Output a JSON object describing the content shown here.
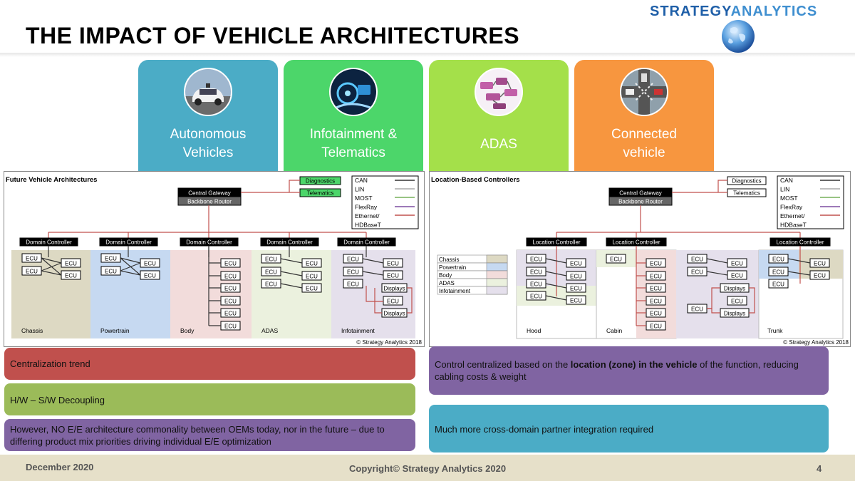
{
  "header": {
    "title": "THE IMPACT OF VEHICLE ARCHITECTURES",
    "logo_strategy": "STRATEGY",
    "logo_analytics": "ANALYTICS"
  },
  "tiles": [
    {
      "label": "Autonomous\nVehicles",
      "color": "#4bacc6",
      "icon": "car-icon"
    },
    {
      "label": "Infotainment &\nTelematics",
      "color": "#4cd66a",
      "icon": "dashboard-icon"
    },
    {
      "label": "ADAS",
      "color": "#a4e04a",
      "icon": "adas-network-icon"
    },
    {
      "label": "Connected\nvehicle",
      "color": "#f7963f",
      "icon": "intersection-icon"
    }
  ],
  "left_diagram": {
    "title": "Future Vehicle Architectures",
    "gateway": "Central Gateway",
    "router": "Backbone Router",
    "diagnostics": "Diagnostics",
    "telematics": "Telematics",
    "legend": [
      "CAN",
      "LIN",
      "MOST",
      "FlexRay",
      "Ethernet/",
      "HDBaseT"
    ],
    "legend_colors": [
      "#333333",
      "#aaaaaa",
      "#77b05a",
      "#7d4fa0",
      "#c0504d"
    ],
    "controller": "Domain Controller",
    "ecu": "ECU",
    "displays": "Displays",
    "domains": [
      "Chassis",
      "Powertrain",
      "Body",
      "ADAS",
      "Infotainment"
    ],
    "domain_colors": [
      "#ddd9c3",
      "#c6d9f1",
      "#f2dcdb",
      "#ebf1de",
      "#e5e0ec"
    ],
    "copyright": "© Strategy Analytics 2018"
  },
  "right_diagram": {
    "title": "Location-Based Controllers",
    "gateway": "Central Gateway",
    "router": "Backbone Router",
    "diagnostics": "Diagnostics",
    "telematics": "Telematics",
    "legend": [
      "CAN",
      "LIN",
      "MOST",
      "FlexRay",
      "Ethernet/",
      "HDBaseT"
    ],
    "controller": "Location Controller",
    "ecu": "ECU",
    "displays": "Displays",
    "zone_legend": [
      "Chassis",
      "Powertrain",
      "Body",
      "ADAS",
      "Infotainment"
    ],
    "zones": [
      "Hood",
      "Cabin",
      "Trunk"
    ],
    "copyright": "© Strategy Analytics 2018"
  },
  "boxes": {
    "centralization": "Centralization trend",
    "decoupling": "H/W – S/W Decoupling",
    "commonality": "However, NO E/E architecture commonality between OEMs today, nor in the future – due to differing product mix priorities driving individual E/E optimization",
    "control_pre": "Control centralized based on the ",
    "control_bold": "location (zone) in the vehicle",
    "control_post": " of the function, reducing cabling costs & weight",
    "integration": "Much more cross-domain partner integration required",
    "colors": {
      "red": "#c0504d",
      "green": "#9bbb59",
      "purple": "#8064a2",
      "teal": "#4bacc6"
    }
  },
  "footer": {
    "date": "December 2020",
    "copyright": "Copyright© Strategy Analytics 2020",
    "page": "4"
  }
}
